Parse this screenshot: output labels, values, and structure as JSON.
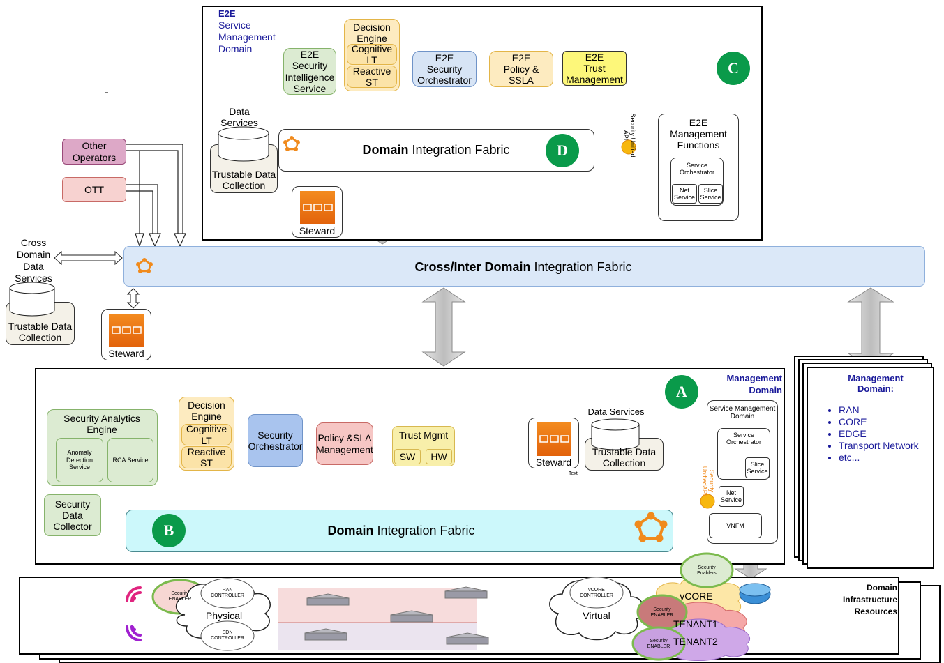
{
  "e2e_domain": {
    "title_line1": "E2E",
    "title_line2": "Service",
    "title_line3": "Management",
    "title_line4": "Domain",
    "badge_c": "C",
    "badge_d": "D",
    "security_intelligence": [
      "E2E",
      "Security",
      "Intelligence",
      "Service"
    ],
    "decision_engine": "Decision Engine",
    "cognitive": "Cognitive LT",
    "reactive": "Reactive ST",
    "security_orchestrator": [
      "E2E",
      "Security",
      "Orchestrator"
    ],
    "policy": [
      "E2E",
      "Policy &",
      "SSLA"
    ],
    "trust": [
      "E2E",
      "Trust",
      "Management"
    ],
    "data_services": "Data Services",
    "trustable_data": "Trustable Data Collection",
    "fabric_bold": "Domain",
    "fabric_rest": " Integration Fabric",
    "steward": "Steward",
    "security_api": "Security Unified API",
    "mgmt_functions": "E2E Management Functions",
    "service_orchestrator": "Service Orchestrator",
    "net_service": "Net Service",
    "slice_service": "Slice Service"
  },
  "external": {
    "other_operators": "Other Operators",
    "ott": "OTT",
    "cross_domain_data": [
      "Cross",
      "Domain",
      "Data",
      "Services"
    ],
    "trustable_data": "Trustable Data Collection",
    "steward": "Steward"
  },
  "cross_fabric": {
    "bold": "Cross/Inter Domain",
    "rest": " Integration Fabric"
  },
  "mgmt_domain": {
    "title_line1": "Management",
    "title_line2": "Domain",
    "badge_a": "A",
    "badge_b": "B",
    "analytics": "Security Analytics Engine",
    "anomaly": "Anomaly Detection Service",
    "rca": "RCA Service",
    "collector": "Security Data Collector",
    "decision_engine": "Decision Engine",
    "cognitive": "Cognitive LT",
    "reactive": "Reactive ST",
    "security_orchestrator": "Security Orchestrator",
    "policy": "Policy &SLA Management",
    "trust": "Trust Mgmt",
    "sw": "SW",
    "hw": "HW",
    "steward": "Steward",
    "text_small": "Text",
    "data_services": "Data Services",
    "trustable_data": "Trustable Data Collection",
    "fabric_bold": "Domain",
    "fabric_rest": " Integration Fabric",
    "service_mgmt_domain": "Service Management Domain",
    "service_orchestrator": "Service Orchestrator",
    "slice_service": "Slice Service",
    "net_service": "Net Service",
    "vnfm": "VNFM",
    "security_api": "Security UnifiedAPI"
  },
  "stack": {
    "title_line1": "Management",
    "title_line2": "Domain:",
    "items": [
      "RAN",
      "CORE",
      "EDGE",
      "Transport Network",
      "etc..."
    ]
  },
  "infra": {
    "title_line1": "Domain",
    "title_line2": "Infrastructure",
    "title_line3": "Resources",
    "security_enabler_1": "Security ENABLER",
    "ran_controller": "RAN CONTROLLER",
    "physical": "Physical",
    "sdn_controller": "SDN CONTROLLER",
    "vcore_controller": "vCORE CONTROLLER",
    "virtual": "Virtual",
    "security_enablers": "Security Enablers",
    "vcore": "vCORE",
    "security_enabler_2": "Security ENABLER",
    "tenant1": "TENANT1",
    "security_enabler_3": "Security ENABLER",
    "tenant2": "TENANT2"
  }
}
